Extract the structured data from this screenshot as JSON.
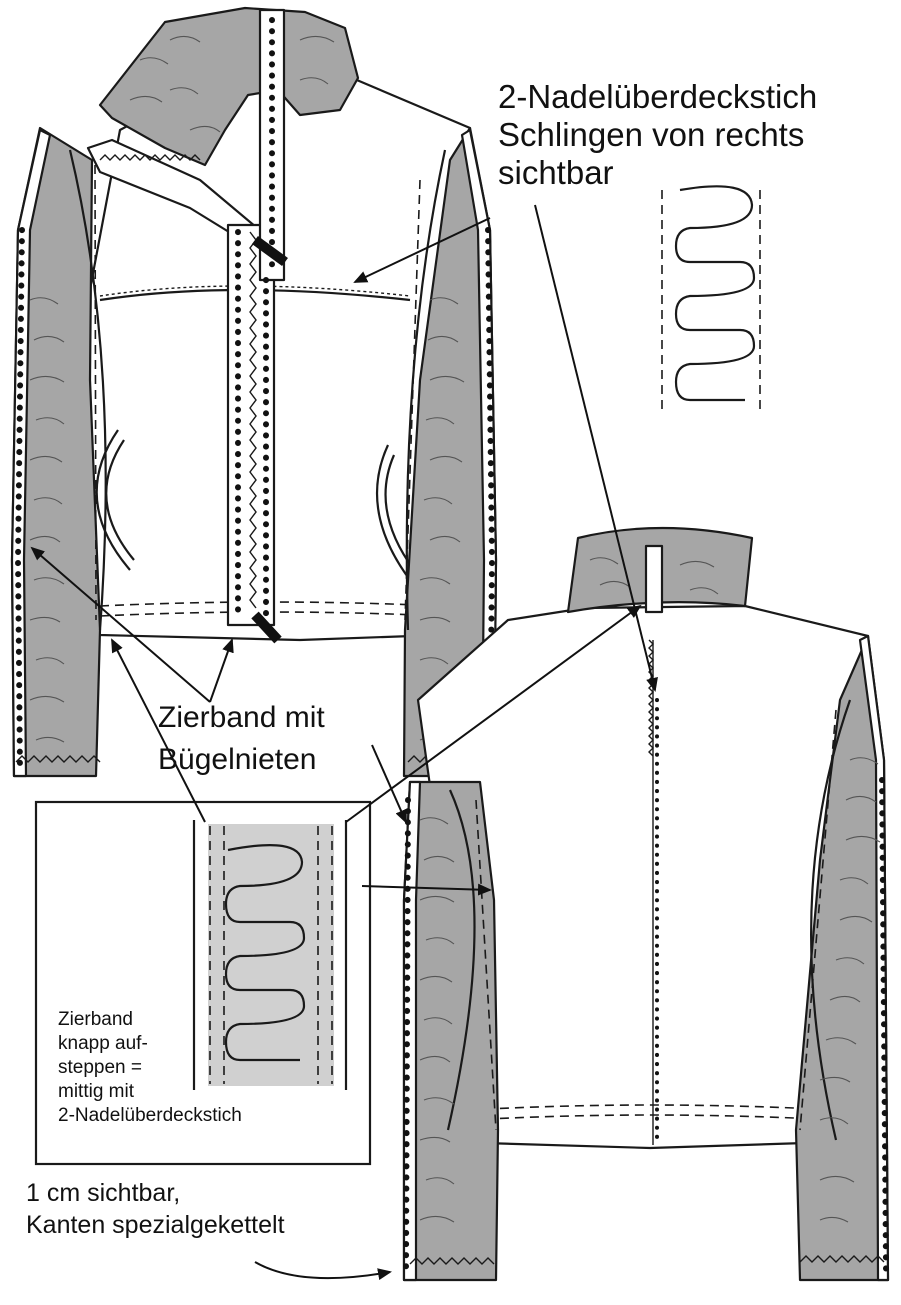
{
  "labels": {
    "stitch_title_1": "2-Nadelüberdeckstich",
    "stitch_title_2": "Schlingen von rechts",
    "stitch_title_3": "sichtbar",
    "tape_title_1": "Zierband mit",
    "tape_title_2": "Bügelnieten",
    "detail_1": "Zierband",
    "detail_2": "knapp auf-",
    "detail_3": "steppen =",
    "detail_4": "mittig mit",
    "detail_5": "2-Nadelüberdeckstich",
    "edge_1": "1 cm sichtbar,",
    "edge_2": "Kanten spezialgekettelt"
  },
  "colors": {
    "fabric_gray": "#a6a6a6",
    "tape_gray": "#d0d0d0",
    "line": "#1a1a1a",
    "background": "#ffffff"
  }
}
